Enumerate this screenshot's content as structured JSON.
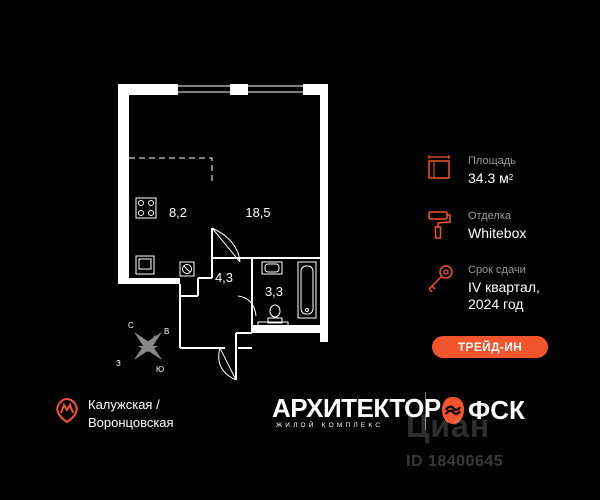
{
  "plan": {
    "rooms": {
      "kitchen_area": "8,2",
      "living_area": "18,5",
      "hall_area": "4,3",
      "bath_area": "3,3"
    },
    "compass": {
      "n": "С",
      "e": "В",
      "s": "Ю",
      "w": "З"
    }
  },
  "info": {
    "area_label": "Площадь",
    "area_value": "34.3 м",
    "area_sup": "2",
    "finish_label": "Отделка",
    "finish_value": "Whitebox",
    "term_label": "Срок сдачи",
    "term_line1": "IV квартал,",
    "term_line2": "2024 год"
  },
  "badge": "ТРЕЙД-ИН",
  "metro": {
    "line1": "Калужская /",
    "line2": "Воронцовская"
  },
  "brand": {
    "name": "АРХИТЕКТОР",
    "sub": "ЖИЛОЙ КОМПЛЕКС",
    "developer": "ФСК"
  },
  "watermark": {
    "logo": "Циан",
    "id": "ID 18400645"
  },
  "colors": {
    "accent": "#f2542d",
    "background": "#000000"
  },
  "icons": [
    "floor-area-icon",
    "paint-roller-icon",
    "key-icon",
    "metro-icon",
    "compass-icon",
    "fsk-logo-icon"
  ]
}
